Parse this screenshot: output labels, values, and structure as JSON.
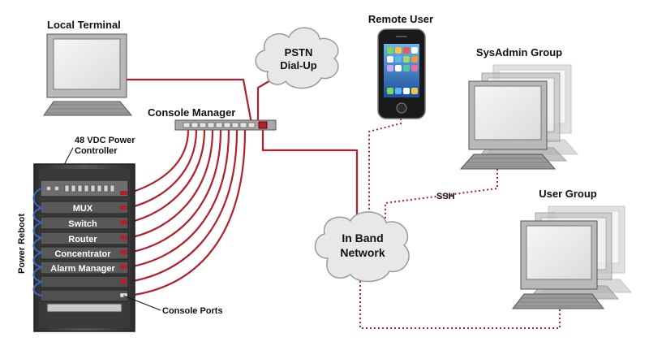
{
  "labels": {
    "local_terminal": "Local Terminal",
    "remote_user": "Remote User",
    "pstn_line1": "PSTN",
    "pstn_line2": "Dial-Up",
    "sysadmin_group": "SysAdmin Group",
    "console_manager": "Console Manager",
    "power_controller_line1": "48 VDC Power",
    "power_controller_line2": "Controller",
    "ssh": "SSH",
    "user_group": "User Group",
    "in_band_line1": "In Band",
    "in_band_line2": "Network",
    "power_reboot": "Power Reboot",
    "console_ports": "Console Ports"
  },
  "rack_units": [
    "MUX",
    "Switch",
    "Router",
    "Concentrator",
    "Alarm Manager"
  ],
  "colors": {
    "cable_red": "#b2202d",
    "monitor_gray": "#b8b8b8",
    "rack_dark": "#3c3c3c",
    "power_blue": "#3b67c4"
  }
}
